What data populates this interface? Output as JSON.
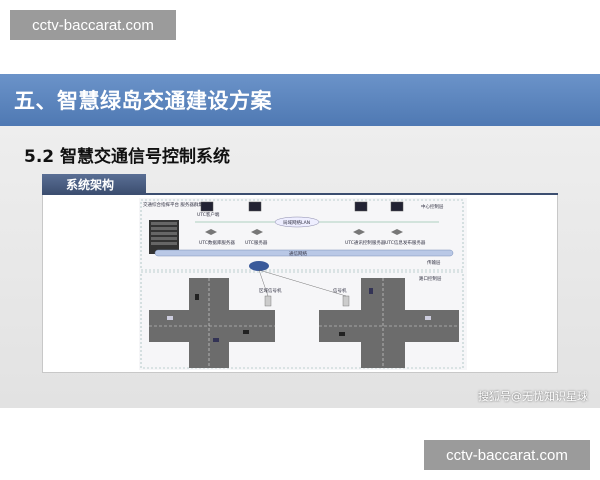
{
  "watermark": {
    "top": "cctv-baccarat.com",
    "bottom": "cctv-baccarat.com"
  },
  "slide": {
    "title": "五、智慧绿岛交通建设方案",
    "subtitle": "5.2 智慧交通信号控制系统",
    "section_label": "系统架构",
    "credit": "搜狐号@无忧知识星球"
  },
  "diagram": {
    "center_platform": "交通综合指挥平台 服务器群集",
    "utc_client": "UTC客户端",
    "servers": [
      "UTC数据库服务器",
      "UTC服务器",
      "UTC通讯控制服务器",
      "UTC信息发布服务器"
    ],
    "lan": "局域网络LAN",
    "center_layer": "中心控制层",
    "comm_net": "通信网络",
    "transport_layer": "传输层",
    "intersection_layer": "路口控制层",
    "signal_cabinet_left": "区域信号机",
    "signal_cabinet_right": "信号机"
  }
}
